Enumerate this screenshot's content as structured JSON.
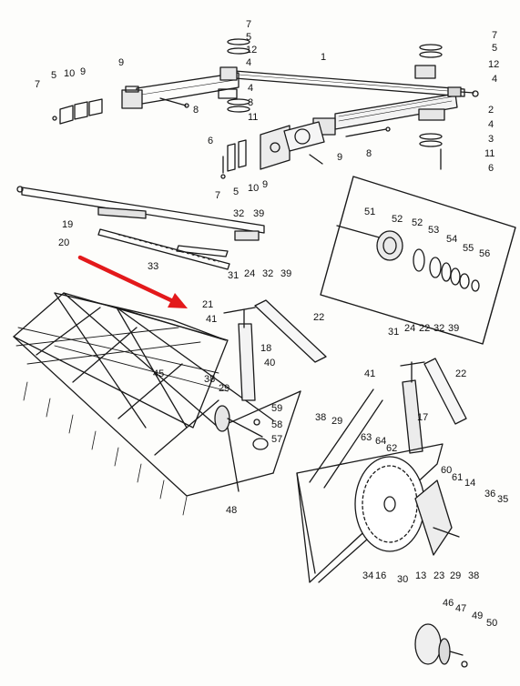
{
  "diagram": {
    "colors": {
      "ink": "#1a1a1a",
      "arrow": "#e3191b",
      "fill": "#ffffff",
      "shade": "#9a9a9a"
    },
    "callouts": [
      "1",
      "2",
      "3",
      "4",
      "5",
      "6",
      "7",
      "8",
      "9",
      "10",
      "11",
      "12",
      "13",
      "14",
      "16",
      "17",
      "18",
      "19",
      "20",
      "21",
      "22",
      "23",
      "24",
      "29",
      "30",
      "31",
      "32",
      "33",
      "34",
      "35",
      "36",
      "38",
      "39",
      "40",
      "41",
      "45",
      "46",
      "47",
      "48",
      "49",
      "50",
      "51",
      "52",
      "53",
      "54",
      "55",
      "56",
      "57",
      "58",
      "59",
      "60",
      "61",
      "62",
      "63",
      "64"
    ],
    "highlight_arrow": {
      "target_part": "21"
    }
  }
}
